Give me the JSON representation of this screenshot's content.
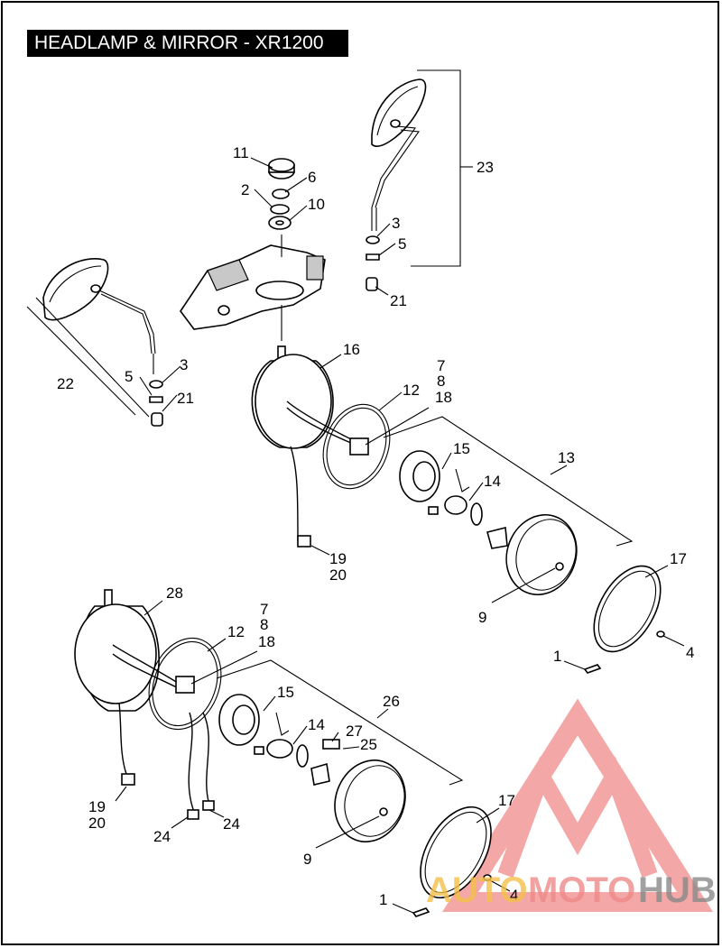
{
  "title": "HEADLAMP & MIRROR - XR1200",
  "callouts": {
    "upper": [
      "11",
      "6",
      "2",
      "10",
      "23",
      "3",
      "5",
      "21",
      "22",
      "5",
      "3",
      "21",
      "16",
      "7",
      "8",
      "18",
      "12",
      "15",
      "13",
      "14",
      "19",
      "20",
      "9",
      "17",
      "4",
      "1"
    ],
    "lower": [
      "28",
      "7",
      "8",
      "12",
      "18",
      "15",
      "26",
      "14",
      "27",
      "25",
      "19",
      "20",
      "24",
      "24",
      "9",
      "17",
      "4",
      "1"
    ]
  },
  "watermark": {
    "text_a": "AUTO",
    "text_b": "MOTO",
    "text_c": "HUB",
    "color_a": "#f5c04a",
    "color_b": "#f08a8a",
    "color_c": "#8a8a8a",
    "logo_color": "#f08a8a"
  }
}
